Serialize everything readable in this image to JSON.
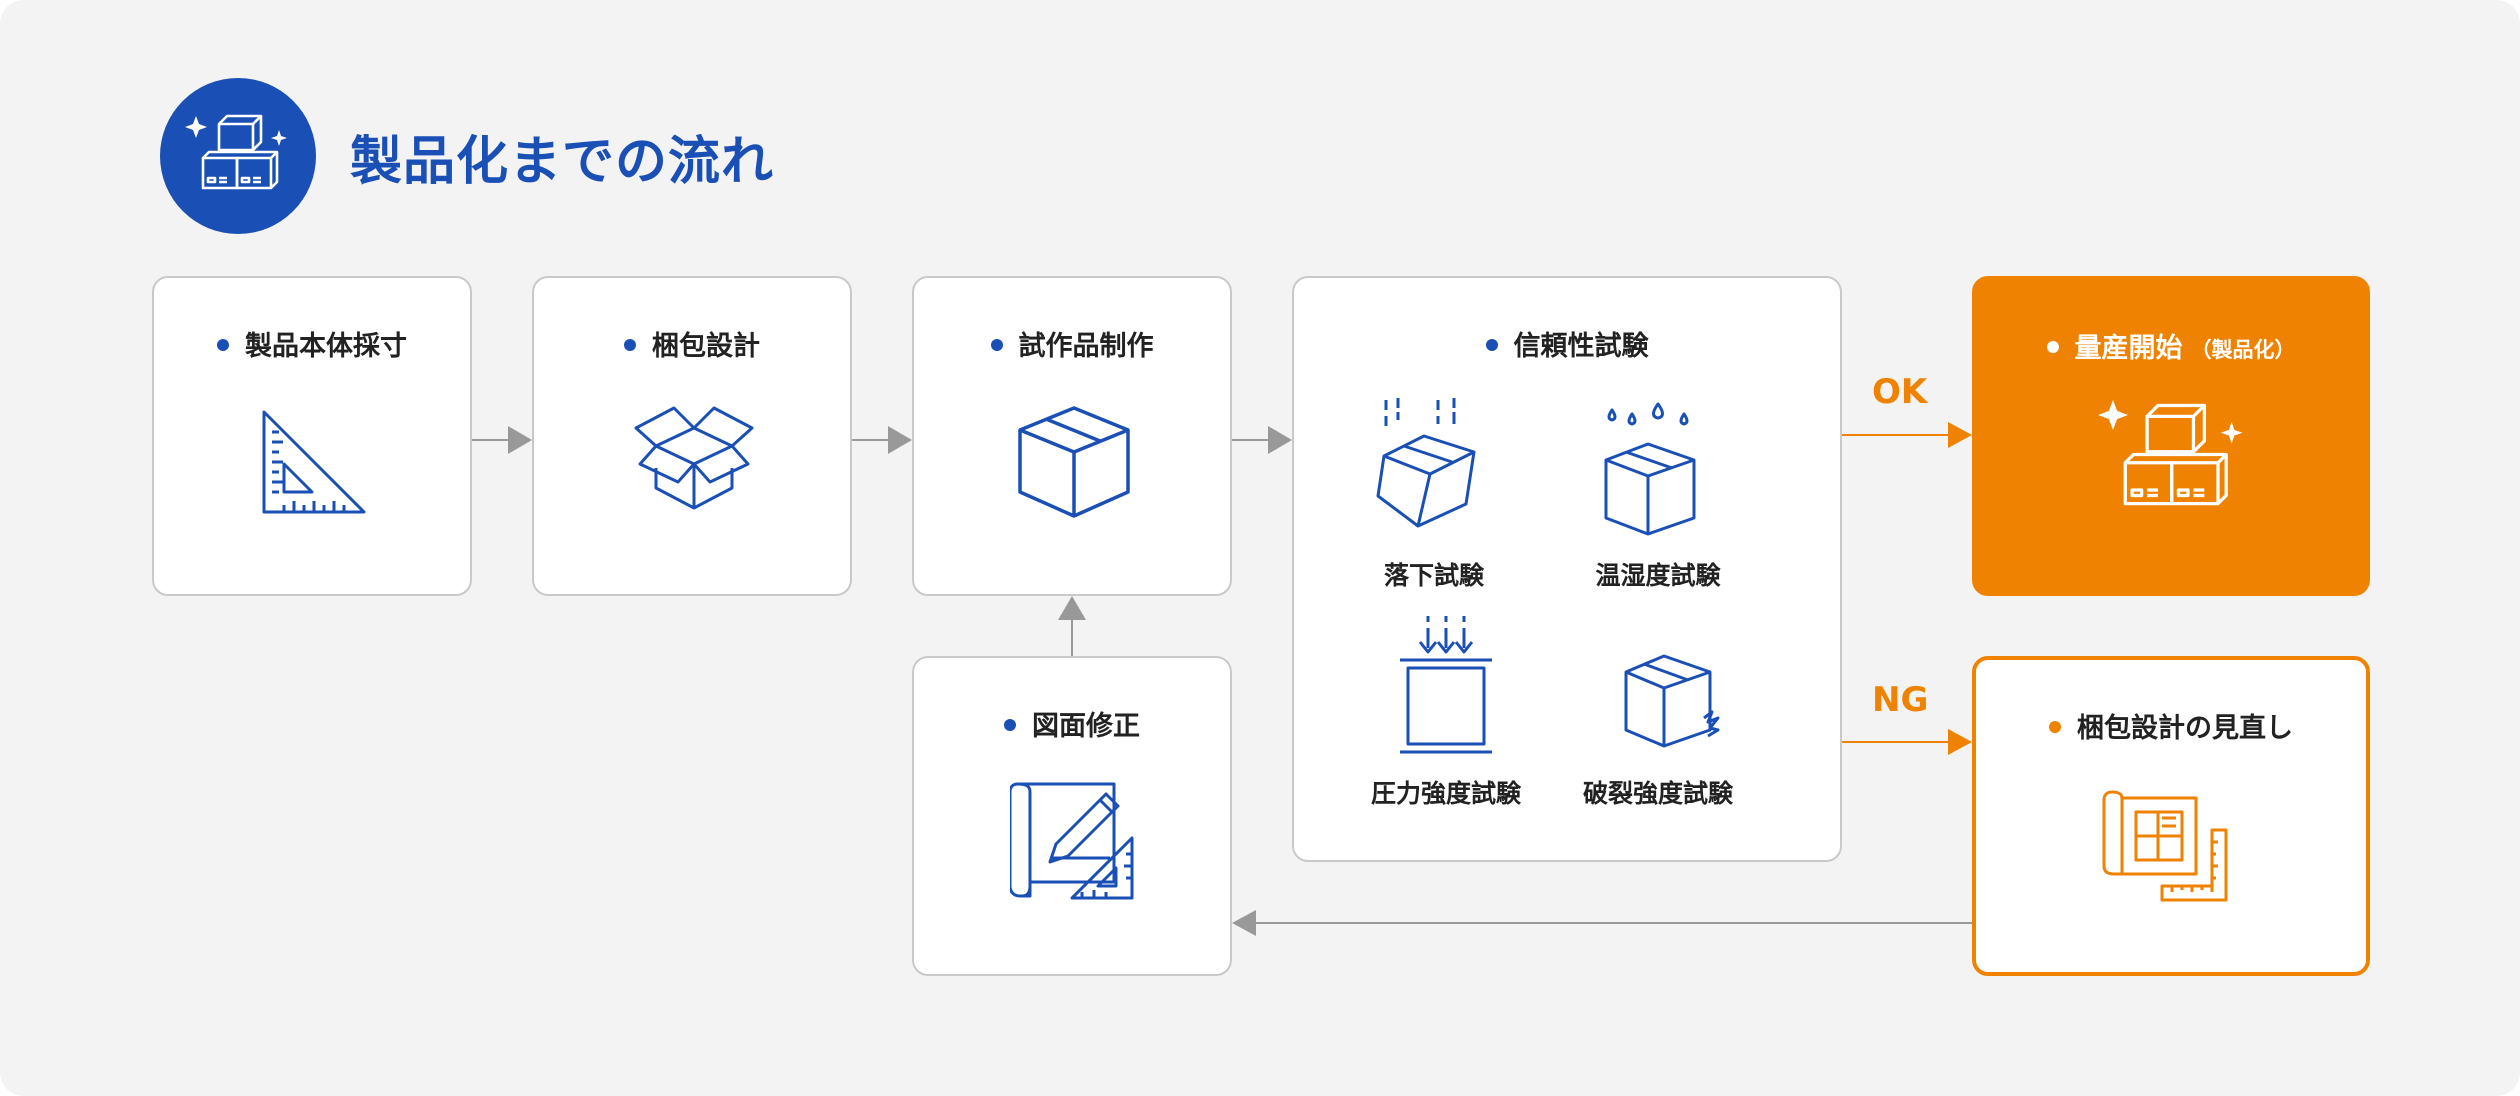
{
  "title": "製品化までの流れ",
  "steps": {
    "measure": "製品本体採寸",
    "package_design": "梱包設計",
    "prototype": "試作品制作",
    "reliability": "信頼性試験",
    "revise_drawing": "図面修正"
  },
  "reliability_tests": [
    "落下試験",
    "温湿度試験",
    "圧力強度試験",
    "破裂強度試験"
  ],
  "ok": {
    "branch_label": "OK",
    "label": "量産開始",
    "label_suffix": "（製品化）"
  },
  "ng": {
    "branch_label": "NG",
    "label": "梱包設計の見直し"
  },
  "colors": {
    "primary_blue": "#1a4fb5",
    "accent_orange": "#ef8200",
    "background": "#f3f3f3",
    "arrow_gray": "#999999"
  },
  "icons": [
    "boxes-icon",
    "set-square-icon",
    "open-box-icon",
    "closed-box-icon",
    "drop-test-icon",
    "humidity-test-icon",
    "pressure-test-icon",
    "burst-test-icon",
    "blueprint-pencil-icon",
    "blueprint-ruler-icon"
  ]
}
